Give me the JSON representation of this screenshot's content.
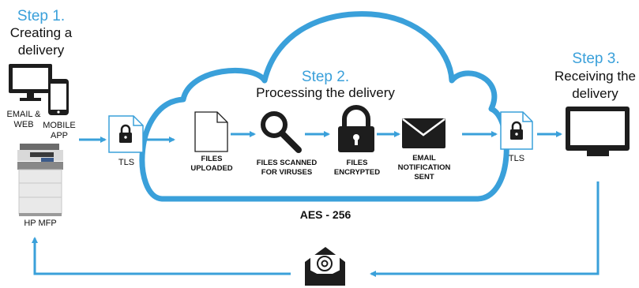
{
  "steps": {
    "step1": {
      "label": "Step 1.",
      "line1": "Creating a",
      "line2": "delivery"
    },
    "step2": {
      "label": "Step 2.",
      "text": "Processing the delivery"
    },
    "step3": {
      "label": "Step 3.",
      "line1": "Receiving the",
      "line2": "delivery"
    }
  },
  "sources": {
    "email_web": [
      "EMAIL &",
      "WEB"
    ],
    "mobile_app": [
      "MOBILE",
      "APP"
    ],
    "hp_mfp": "HP MFP"
  },
  "tls_left": "TLS",
  "tls_right": "TLS",
  "process": {
    "files_uploaded": [
      "FILES",
      "UPLOADED"
    ],
    "files_scanned": [
      "FILES SCANNED",
      "FOR VIRUSES"
    ],
    "files_encrypted": [
      "FILES",
      "ENCRYPTED"
    ],
    "email_notification": [
      "EMAIL",
      "NOTIFICATION",
      "SENT"
    ]
  },
  "encryption": "AES - 256",
  "icons": {
    "desktop": "desktop-monitor-icon",
    "phone": "mobile-phone-icon",
    "printer": "printer-mfp-icon",
    "tls_lock": "locked-file-icon",
    "file": "document-icon",
    "magnifier": "magnifier-icon",
    "padlock": "padlock-icon",
    "envelope": "envelope-icon",
    "monitor": "monitor-icon",
    "email_at": "email-at-envelope-icon"
  },
  "colors": {
    "accent": "#3aa0da",
    "dark": "#1d1d1d"
  }
}
